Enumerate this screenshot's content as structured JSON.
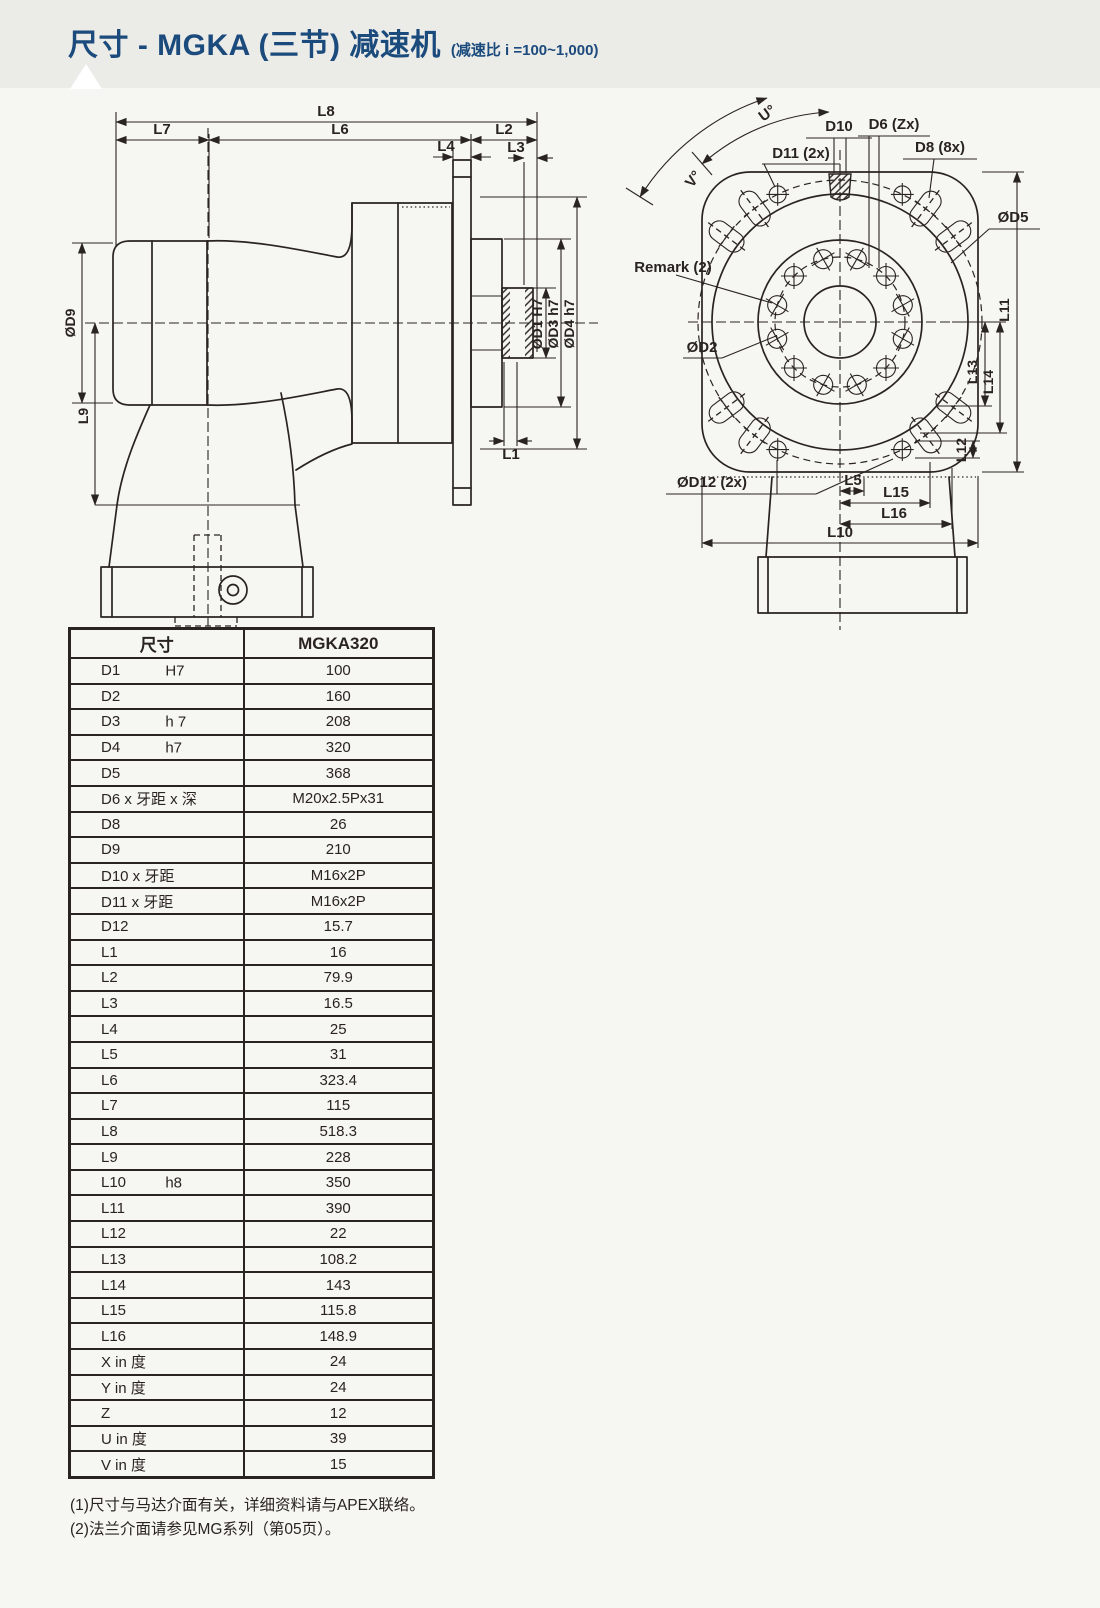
{
  "header": {
    "title": "尺寸 - MGKA (三节) 减速机",
    "subtitle": "(减速比 i =100~1,000)"
  },
  "side_view": {
    "l8": "L8",
    "l7": "L7",
    "l6": "L6",
    "l2": "L2",
    "l4": "L4",
    "l3": "L3",
    "od9": "ØD9",
    "l9": "L9",
    "od1": "ØD1 H7",
    "od3": "ØD3 h7",
    "od4": "ØD4 h7",
    "l1": "L1"
  },
  "front_view": {
    "u": "U°",
    "v": "V°",
    "d10": "D10",
    "d11": "D11 (2x)",
    "d6": "D6 (Zx)",
    "d8": "D8 (8x)",
    "od5": "ØD5",
    "remark": "Remark (2)",
    "od2": "ØD2",
    "od12": "ØD12 (2x)",
    "l5": "L5",
    "l15": "L15",
    "l16": "L16",
    "l10": "L10",
    "l11": "L11",
    "l13": "L13",
    "l14": "L14",
    "l12": "L12"
  },
  "table": {
    "col_headers": [
      "尺寸",
      "MGKA320"
    ],
    "rows": [
      {
        "label": "D1",
        "spec": "H7",
        "value": "100"
      },
      {
        "label": "D2",
        "spec": "",
        "value": "160"
      },
      {
        "label": "D3",
        "spec": "h 7",
        "value": "208"
      },
      {
        "label": "D4",
        "spec": "h7",
        "value": "320"
      },
      {
        "label": "D5",
        "spec": "",
        "value": "368"
      },
      {
        "label": "D6 x 牙距 x 深",
        "spec": "",
        "value": "M20x2.5Px31"
      },
      {
        "label": "D8",
        "spec": "",
        "value": "26"
      },
      {
        "label": "D9",
        "spec": "",
        "value": "210"
      },
      {
        "label": "D10 x 牙距",
        "spec": "",
        "value": "M16x2P"
      },
      {
        "label": "D11 x 牙距",
        "spec": "",
        "value": "M16x2P"
      },
      {
        "label": "D12",
        "spec": "",
        "value": "15.7"
      },
      {
        "label": "L1",
        "spec": "",
        "value": "16"
      },
      {
        "label": "L2",
        "spec": "",
        "value": "79.9"
      },
      {
        "label": "L3",
        "spec": "",
        "value": "16.5"
      },
      {
        "label": "L4",
        "spec": "",
        "value": "25"
      },
      {
        "label": "L5",
        "spec": "",
        "value": "31"
      },
      {
        "label": "L6",
        "spec": "",
        "value": "323.4"
      },
      {
        "label": "L7",
        "spec": "",
        "value": "115"
      },
      {
        "label": "L8",
        "spec": "",
        "value": "518.3"
      },
      {
        "label": "L9",
        "spec": "",
        "value": "228"
      },
      {
        "label": "L10",
        "spec": "h8",
        "value": "350"
      },
      {
        "label": "L11",
        "spec": "",
        "value": "390"
      },
      {
        "label": "L12",
        "spec": "",
        "value": "22"
      },
      {
        "label": "L13",
        "spec": "",
        "value": "108.2"
      },
      {
        "label": "L14",
        "spec": "",
        "value": "143"
      },
      {
        "label": "L15",
        "spec": "",
        "value": "115.8"
      },
      {
        "label": "L16",
        "spec": "",
        "value": "148.9"
      },
      {
        "label": "X in 度",
        "spec": "",
        "value": "24"
      },
      {
        "label": "Y in 度",
        "spec": "",
        "value": "24"
      },
      {
        "label": "Z",
        "spec": "",
        "value": "12"
      },
      {
        "label": "U in 度",
        "spec": "",
        "value": "39"
      },
      {
        "label": "V in 度",
        "spec": "",
        "value": "15"
      }
    ]
  },
  "notes": [
    "(1)尺寸与马达介面有关，详细资料请与APEX联络。",
    "(2)法兰介面请参见MG系列（第05页）。"
  ]
}
